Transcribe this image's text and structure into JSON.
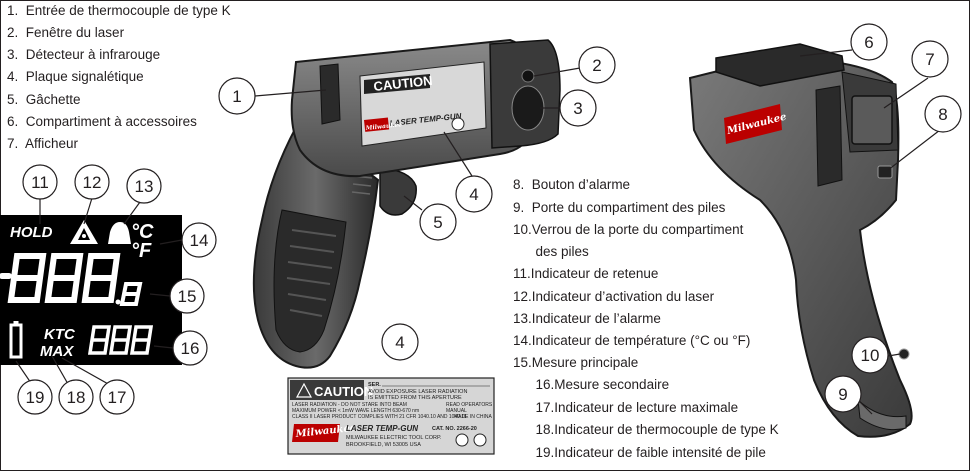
{
  "legend_left": [
    "1.  Entrée de thermocouple de type K",
    "2.  Fenêtre du laser",
    "3.  Détecteur à infrarouge",
    "4.  Plaque signalétique",
    "5.  Gâchette",
    "6.  Compartiment à accessoires",
    "7.  Afficheur"
  ],
  "legend_right": [
    "8.  Bouton d’alarme",
    "9.  Porte du compartiment des piles",
    "10.Verrou de la porte du compartiment",
    "      des piles",
    "11.Indicateur de retenue",
    "12.Indicateur d’activation du laser",
    "13.Indicateur de l’alarme",
    "14.Indicateur de température (°C ou °F)",
    "15.Mesure principale",
    "      16.Mesure secondaire",
    "      17.Indicateur de lecture maximale",
    "      18.Indicateur de thermocouple de type K",
    "      19.Indicateur de faible intensité de pile"
  ],
  "callouts": {
    "c1": "1",
    "c2": "2",
    "c3": "3",
    "c4a": "4",
    "c4b": "4",
    "c5": "5",
    "c6": "6",
    "c7": "7",
    "c8": "8",
    "c9": "9",
    "c10": "10",
    "c11": "11",
    "c12": "12",
    "c13": "13",
    "c14": "14",
    "c15": "15",
    "c16": "16",
    "c17": "17",
    "c18": "18",
    "c19": "19"
  },
  "lcd": {
    "hold": "HOLD",
    "celsius": "°C",
    "fahrenheit": "°F",
    "ktc": "KTC",
    "max": "MAX"
  },
  "nameplate": {
    "caution": "CAUTION",
    "ser": "SER.",
    "line1": "AVOID EXPOSURE LASER RADIATION",
    "line2": "IS EMITTED FROM THIS APERTURE",
    "warn1": "LASER RADIATION - DO NOT STARE INTO BEAM",
    "warn2": "MAXIMUM POWER < 1mW  WAVE LENGTH 630-670 nm",
    "warn3": "CLASS II LASER PRODUCT COMPLIES WITH 21 CFR 1040.10 AND 1040.11",
    "read1": "READ OPERATORS",
    "read2": "MANUAL",
    "made": "MADE IN CHINA",
    "product": "LASER TEMP-GUN",
    "cat": "CAT. NO. 2266-20",
    "corp": "MILWAUKEE ELECTRIC TOOL CORP.",
    "city": "BROOKFIELD, WI 53005 USA",
    "brand": "Milwaukee"
  },
  "body_label": {
    "caution": "CAUTION",
    "product": "LASER TEMP-GUN",
    "brand": "Milwaukee"
  },
  "rear_brand": "Milwaukee"
}
